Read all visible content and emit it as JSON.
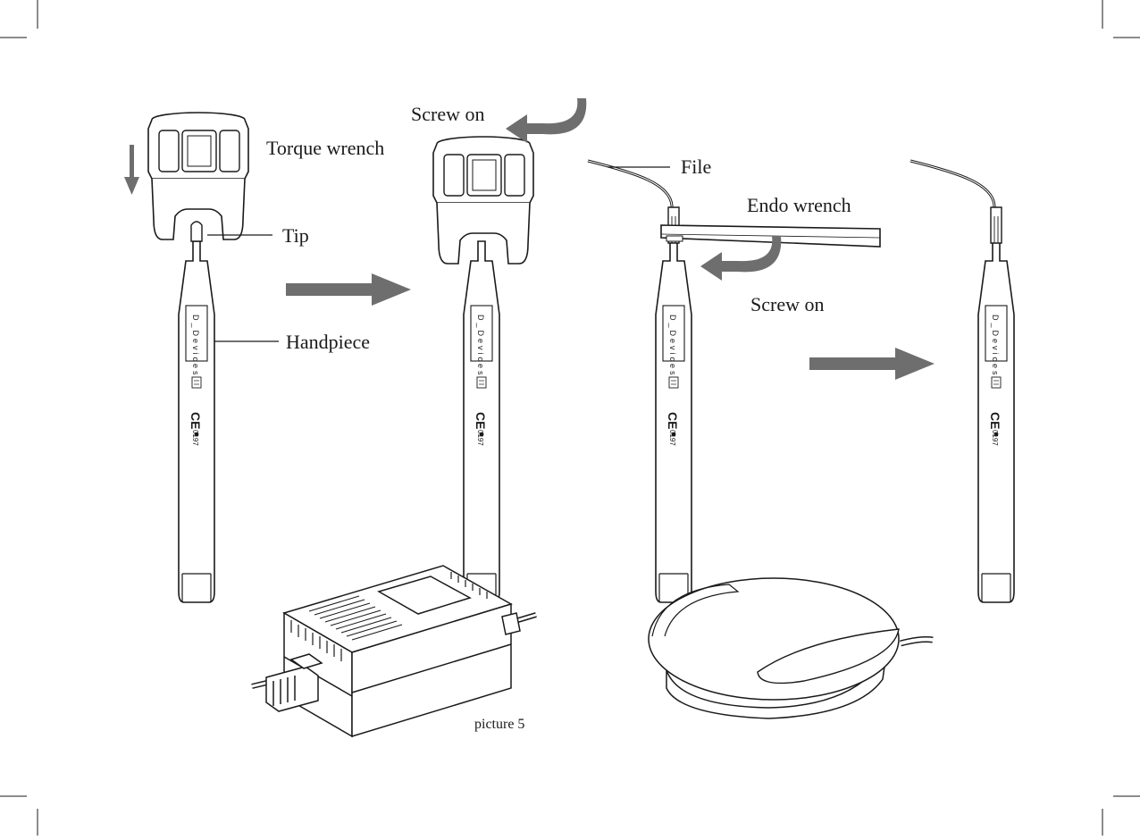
{
  "labels": {
    "torque_wrench": "Torque wrench",
    "tip": "Tip",
    "handpiece": "Handpiece",
    "screw_on_top": "Screw on",
    "file": "File",
    "endo_wrench": "Endo wrench",
    "screw_on_bottom": "Screw on",
    "picture_caption": "picture 5"
  },
  "handpiece_branding": {
    "brand": "D_Devices",
    "ce_mark": "CE",
    "notified_body": "0197"
  },
  "colors": {
    "line": "#1a1a1a",
    "arrow": "#6e6e6e",
    "background": "#ffffff"
  }
}
